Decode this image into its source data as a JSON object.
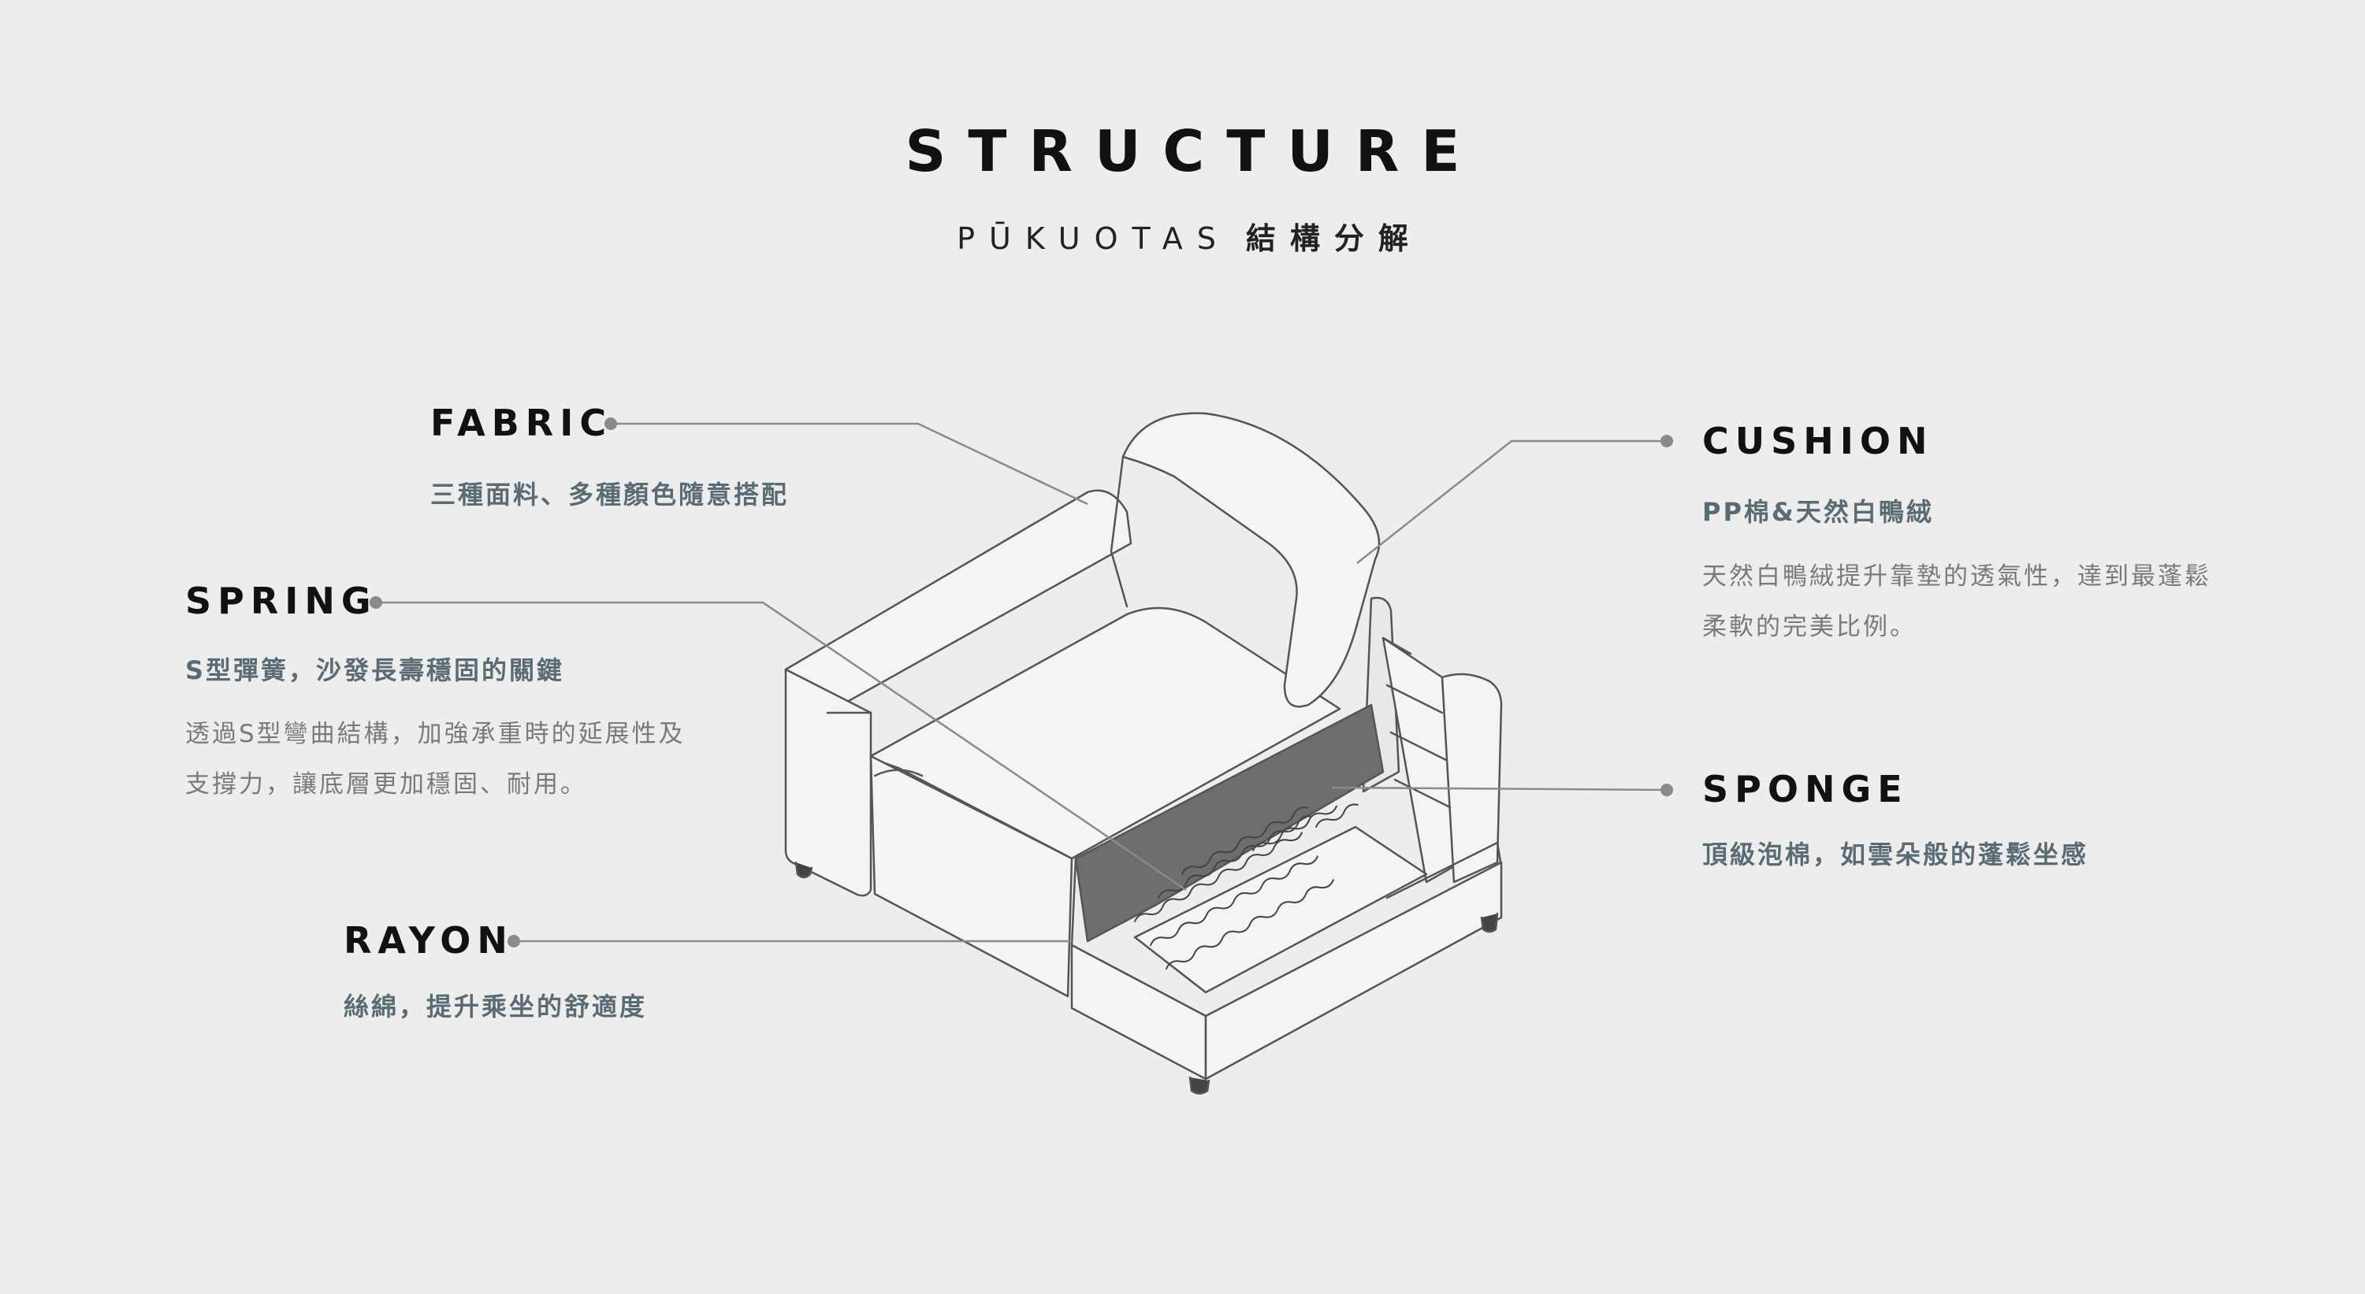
{
  "header": {
    "title": "STRUCTURE",
    "brand": "PŪKUOTAS",
    "subtitle_cn": "結構分解"
  },
  "callouts": {
    "fabric": {
      "label": "FABRIC",
      "subhead": "三種面料、多種顏色隨意搭配"
    },
    "spring": {
      "label": "SPRING",
      "subhead": "S型彈簧，沙發長壽穩固的關鍵",
      "body_line1": "透過S型彎曲結構，加強承重時的延展性及",
      "body_line2": "支撐力，讓底層更加穩固、耐用。"
    },
    "rayon": {
      "label": "RAYON",
      "subhead": "絲綿，提升乘坐的舒適度"
    },
    "cushion": {
      "label": "CUSHION",
      "subhead": "PP棉&天然白鴨絨",
      "body_line1": "天然白鴨絨提升靠墊的透氣性，達到最蓬鬆",
      "body_line2": "柔軟的完美比例。"
    },
    "sponge": {
      "label": "SPONGE",
      "subhead": "頂級泡棉，如雲朵般的蓬鬆坐感"
    }
  },
  "colors": {
    "background": "#ededed",
    "title": "#111111",
    "subhead": "#5b6b74",
    "body": "#7a7a7a",
    "leader_line": "#8a8a8a",
    "sofa_fill": "#f4f4f4",
    "sofa_stroke": "#555555",
    "sponge_fill": "#6e6e6e"
  }
}
